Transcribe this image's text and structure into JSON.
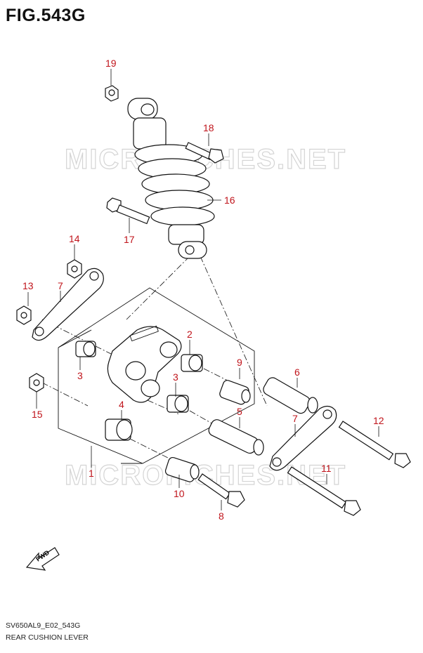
{
  "figure": {
    "title": "FIG.543G"
  },
  "watermark": {
    "text": "MICROFICHES.NET"
  },
  "footer": {
    "model_code": "SV650AL9_E02_543G",
    "diagram_name": "REAR CUSHION LEVER"
  },
  "fwd_label": "FWD",
  "callouts": [
    "19",
    "18",
    "16",
    "17",
    "14",
    "13",
    "7",
    "2",
    "3",
    "9",
    "6",
    "3",
    "4",
    "15",
    "5",
    "12",
    "7",
    "1",
    "11",
    "10",
    "8"
  ],
  "icons": {
    "fwd_arrow": "forward-arrow-icon"
  },
  "colors": {
    "callout": "#c0141b",
    "line": "#111111",
    "watermark": "#d4d4d4"
  }
}
